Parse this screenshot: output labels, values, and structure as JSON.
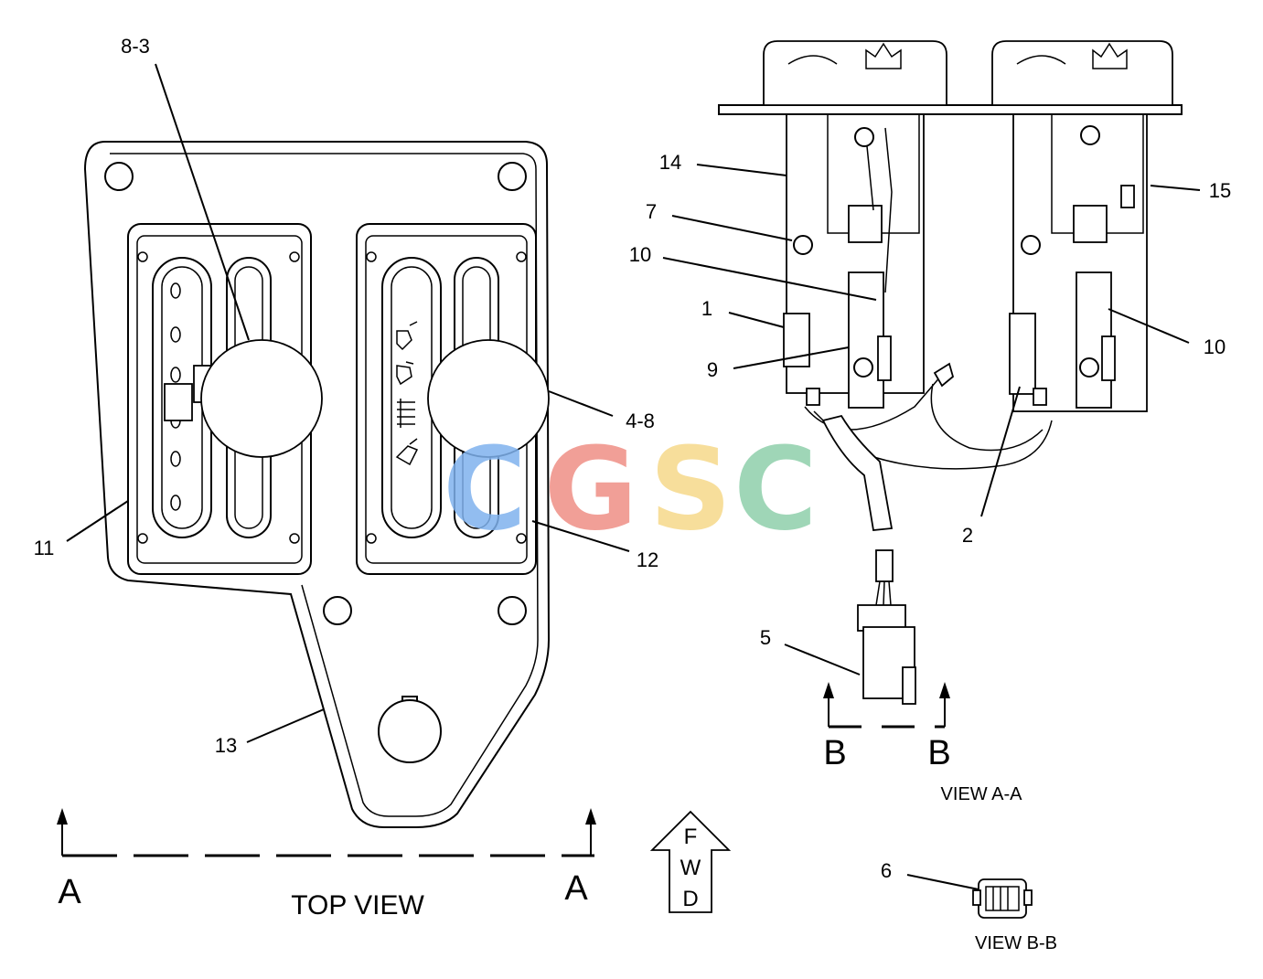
{
  "labels": {
    "p8_3": "8-3",
    "p14": "14",
    "p7": "7",
    "p10a": "10",
    "p1": "1",
    "p9": "9",
    "p15": "15",
    "p10b": "10",
    "p4_8": "4-8",
    "p11": "11",
    "p12": "12",
    "p2": "2",
    "p5": "5",
    "p13": "13",
    "p6": "6"
  },
  "section_markers": {
    "a_left": "A",
    "a_right": "A",
    "b_left": "B",
    "b_right": "B"
  },
  "captions": {
    "top_view": "TOP VIEW",
    "view_aa": "VIEW A-A",
    "view_bb": "VIEW B-B"
  },
  "fwd_arrow": {
    "f": "F",
    "w": "W",
    "d": "D"
  },
  "watermark": {
    "letters": [
      "C",
      "G",
      "S",
      "C"
    ],
    "colors": [
      "#7fb2ee",
      "#ef8f85",
      "#f6d98a",
      "#8fd0ab"
    ]
  }
}
